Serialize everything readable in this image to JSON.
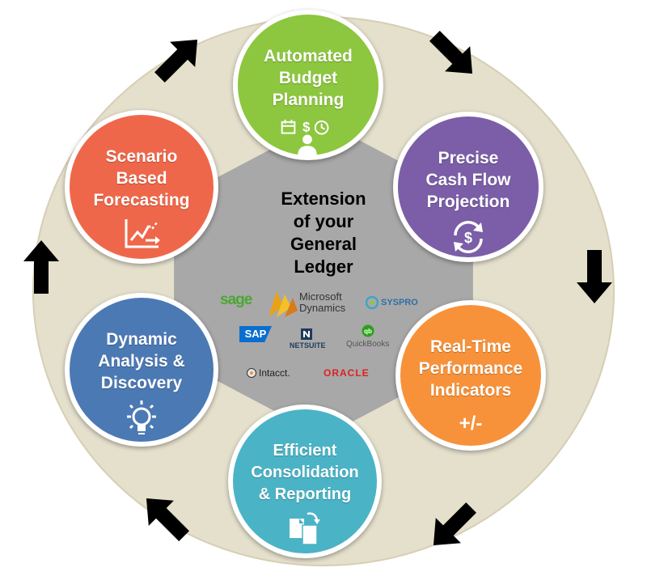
{
  "center": {
    "text": "Extension\nof your\nGeneral\nLedger"
  },
  "nodes": [
    {
      "id": "automated-budget-planning",
      "label": "Automated\nBudget\nPlanning",
      "color": "#8dc63f",
      "icon": "calendar-dollar-clock-person-icon"
    },
    {
      "id": "precise-cash-flow-projection",
      "label": "Precise\nCash Flow\nProjection",
      "color": "#7b5ea7",
      "icon": "dollar-cycle-icon"
    },
    {
      "id": "real-time-performance-indicators",
      "label": "Real-Time\nPerformance\nIndicators",
      "color": "#f7923a",
      "icon": "plus-minus-icon",
      "icon_text": "+/-"
    },
    {
      "id": "efficient-consolidation-reporting",
      "label": "Efficient\nConsolidation\n& Reporting",
      "color": "#4bb3c6",
      "icon": "documents-icon"
    },
    {
      "id": "dynamic-analysis-discovery",
      "label": "Dynamic\nAnalysis &\nDiscovery",
      "color": "#4b79b4",
      "icon": "lightbulb-icon"
    },
    {
      "id": "scenario-based-forecasting",
      "label": "Scenario\nBased\nForecasting",
      "color": "#ef674a",
      "icon": "trend-chart-icon"
    }
  ],
  "logos": {
    "sage": "sage",
    "microsoft_dynamics": "Microsoft\nDynamics",
    "syspro": "SYSPRO",
    "sap": "SAP",
    "netsuite": "NETSUITE",
    "quickbooks": "QuickBooks",
    "intacct": "Intacct.",
    "oracle": "ORACLE"
  },
  "colors": {
    "ring": "#e5e0cc",
    "core": "#a8a8a8",
    "arrow": "#000000"
  }
}
